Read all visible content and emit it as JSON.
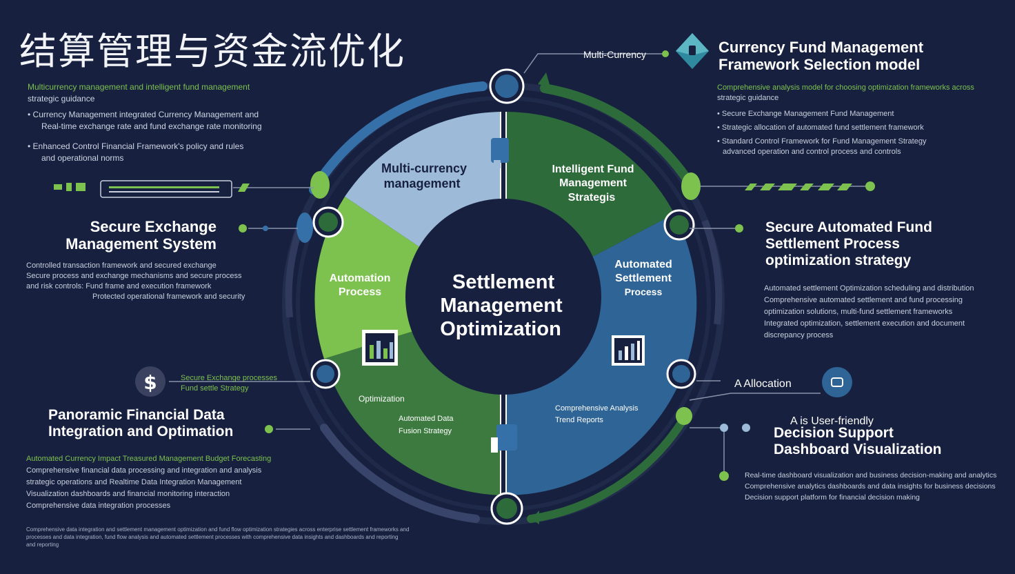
{
  "title": "结算管理与资金流优化",
  "center": {
    "lines": [
      "Settlement",
      "Management",
      "Optimization"
    ]
  },
  "segments": {
    "multi_currency": [
      "Multi-currency",
      "management"
    ],
    "intelligent_fund": [
      "Intelligent Fund",
      "Management",
      "Strategis"
    ],
    "automation": [
      "Automation",
      "Process"
    ],
    "automated_settlement": [
      "Automated",
      "Settlement",
      "Process"
    ],
    "optimization": "Optimization",
    "bottom_left_small": [
      "Automated Data",
      "Fusion Strategy"
    ],
    "bottom_right_small": [
      "Comprehensive Analysis",
      "Trend Reports"
    ]
  },
  "callouts": {
    "multi_currency_top": "Multi-Currency",
    "allocation": "A Allocation",
    "user_friendly": "A is  User-friendly"
  },
  "top_left": {
    "heading": "Multicurrency management and intelligent fund management",
    "sub": "strategic guidance",
    "bullets": [
      [
        "Currency Management integrated Currency Management and",
        "Real-time exchange rate and fund exchange rate monitoring"
      ],
      [
        "Enhanced Control Financial Framework's policy and rules",
        "and operational norms"
      ]
    ]
  },
  "top_right": {
    "heading": [
      "Currency Fund Management",
      "Framework Selection model"
    ],
    "sub": [
      "Comprehensive analysis model for choosing optimization frameworks across",
      "strategic guidance"
    ],
    "bullets": [
      "Secure Exchange Management Fund Management",
      "Strategic allocation of automated fund settlement framework",
      [
        "Standard Control Framework for Fund Management Strategy",
        "advanced operation and control process and controls"
      ]
    ]
  },
  "left_mid": {
    "heading": [
      "Secure Exchange",
      "Management System"
    ],
    "lines": [
      "Controlled transaction framework and secured exchange",
      "Secure process and exchange mechanisms and secure process",
      "and risk controls: Fund frame and execution framework",
      "Protected operational framework and security"
    ]
  },
  "right_mid": {
    "heading": [
      "Secure Automated Fund",
      "Settlement Process",
      "optimization strategy"
    ],
    "lines": [
      "Automated settlement Optimization scheduling and distribution",
      "Comprehensive automated settlement and fund processing",
      "optimization solutions, multi-fund settlement frameworks",
      "Integrated optimization, settlement execution and document",
      "discrepancy process"
    ]
  },
  "left_small_box": [
    "Secure Exchange processes",
    "Fund settle Strategy"
  ],
  "bottom_left": {
    "heading": [
      "Panoramic Financial Data",
      "Integration  and Optimation"
    ],
    "lines": [
      "Automated Currency Impact Treasured Management Budget Forecasting",
      "Comprehensive financial data processing and integration and analysis",
      "strategic operations and Realtime Data Integration Management",
      "Visualization dashboards and financial monitoring interaction",
      "Comprehensive data integration processes"
    ]
  },
  "bottom_right": {
    "heading": [
      "Decision Support",
      "Dashboard Visualization"
    ],
    "lines": [
      "Real-time dashboard visualization and business decision-making and analytics",
      "Comprehensive analytics dashboards and data insights for business decisions",
      "Decision support platform for financial decision making"
    ]
  },
  "footer": [
    "Comprehensive data integration and settlement management optimization and fund flow optimization strategies across enterprise settlement frameworks and",
    "processes and data integration, fund flow analysis and automated settlement processes with comprehensive data insights and dashboards and reporting",
    "and reporting"
  ],
  "colors": {
    "background": "#17203f",
    "green": "#7dc24f",
    "dark_green": "#2e6b3a",
    "light_blue": "#9dbbd8",
    "mid_blue": "#2f6496",
    "center": "#17203f"
  },
  "icons": [
    "lock-icon",
    "dollar-icon",
    "chart-icon",
    "people-icon",
    "wallet-icon",
    "ruler-icon",
    "badge-icon"
  ]
}
